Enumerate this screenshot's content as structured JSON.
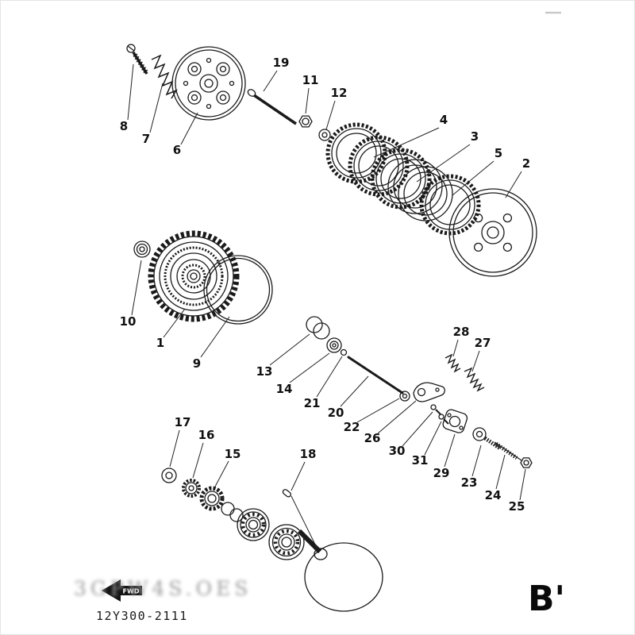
{
  "diagram": {
    "code": "12Y300-2111",
    "page_marker": "B'",
    "fwd_label": "FWD",
    "watermark": "3GPW4S.OES",
    "line_color": "#1a1a1a",
    "background": "#ffffff"
  },
  "callouts": [
    {
      "num": "1"
    },
    {
      "num": "2"
    },
    {
      "num": "3"
    },
    {
      "num": "4"
    },
    {
      "num": "5"
    },
    {
      "num": "6"
    },
    {
      "num": "7"
    },
    {
      "num": "8"
    },
    {
      "num": "9"
    },
    {
      "num": "10"
    },
    {
      "num": "11"
    },
    {
      "num": "12"
    },
    {
      "num": "13"
    },
    {
      "num": "14"
    },
    {
      "num": "15"
    },
    {
      "num": "16"
    },
    {
      "num": "17"
    },
    {
      "num": "18"
    },
    {
      "num": "19"
    },
    {
      "num": "20"
    },
    {
      "num": "21"
    },
    {
      "num": "22"
    },
    {
      "num": "23"
    },
    {
      "num": "24"
    },
    {
      "num": "25"
    },
    {
      "num": "26"
    },
    {
      "num": "27"
    },
    {
      "num": "28"
    },
    {
      "num": "29"
    },
    {
      "num": "30"
    },
    {
      "num": "31"
    }
  ]
}
